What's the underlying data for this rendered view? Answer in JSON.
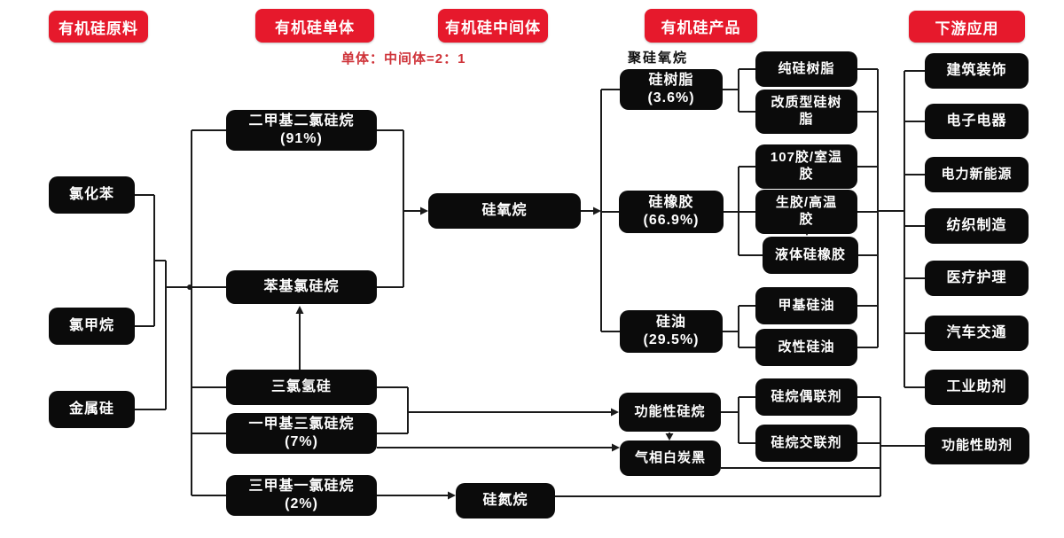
{
  "headers": {
    "raw": "有机硅原料",
    "monomer": "有机硅单体",
    "intermediate": "有机硅中间体",
    "product": "有机硅产品",
    "downstream": "下游应用"
  },
  "annotations": {
    "ratio_note": "单体：中间体=2：1",
    "polysiloxane_label": "聚硅氧烷"
  },
  "colors": {
    "accent_red": "#e6192c",
    "note_red": "#cf3339",
    "node_black": "#0b0b0b",
    "line": "#1a1a1a"
  },
  "nodes": {
    "chlorobenzene": {
      "lines": [
        "氯化苯"
      ]
    },
    "chloromethane": {
      "lines": [
        "氯甲烷"
      ]
    },
    "silicon_metal": {
      "lines": [
        "金属硅"
      ]
    },
    "dimethyldichlorosilane": {
      "lines": [
        "二甲基二氯硅烷",
        "(91%)"
      ]
    },
    "phenylchlorosilane": {
      "lines": [
        "苯基氯硅烷"
      ]
    },
    "trichlorosilane": {
      "lines": [
        "三氯氢硅"
      ]
    },
    "methyltrichlorosilane": {
      "lines": [
        "一甲基三氯硅烷",
        "(7%)"
      ]
    },
    "trimethylchlorosilane": {
      "lines": [
        "三甲基一氯硅烷",
        "(2%)"
      ]
    },
    "siloxane": {
      "lines": [
        "硅氧烷"
      ]
    },
    "silazane": {
      "lines": [
        "硅氮烷"
      ]
    },
    "silicone_resin": {
      "lines": [
        "硅树脂",
        "(3.6%)"
      ]
    },
    "silicone_rubber": {
      "lines": [
        "硅橡胶",
        "(66.9%)"
      ]
    },
    "silicone_oil": {
      "lines": [
        "硅油",
        "(29.5%)"
      ]
    },
    "functional_silane": {
      "lines": [
        "功能性硅烷"
      ]
    },
    "fumed_silica": {
      "lines": [
        "气相白炭黑"
      ]
    },
    "pure_silicone_resin": {
      "lines": [
        "纯硅树脂"
      ]
    },
    "modified_silicone_resin": {
      "lines": [
        "改质型硅树",
        "脂"
      ]
    },
    "rtv107": {
      "lines": [
        "107胶/室温",
        "胶"
      ]
    },
    "raw_htv": {
      "lines": [
        "生胶/高温",
        "胶"
      ]
    },
    "liquid_silicone_rubber": {
      "lines": [
        "液体硅橡胶"
      ]
    },
    "methyl_silicone_oil": {
      "lines": [
        "甲基硅油"
      ]
    },
    "modified_silicone_oil": {
      "lines": [
        "改性硅油"
      ]
    },
    "silane_coupling": {
      "lines": [
        "硅烷偶联剂"
      ]
    },
    "silane_crosslinking": {
      "lines": [
        "硅烷交联剂"
      ]
    },
    "app_construction": {
      "lines": [
        "建筑装饰"
      ]
    },
    "app_electronics": {
      "lines": [
        "电子电器"
      ]
    },
    "app_power": {
      "lines": [
        "电力新能源"
      ]
    },
    "app_textile": {
      "lines": [
        "纺织制造"
      ]
    },
    "app_medical": {
      "lines": [
        "医疗护理"
      ]
    },
    "app_automotive": {
      "lines": [
        "汽车交通"
      ]
    },
    "app_industrial": {
      "lines": [
        "工业助剂"
      ]
    },
    "functional_additives": {
      "lines": [
        "功能性助剂"
      ]
    }
  }
}
